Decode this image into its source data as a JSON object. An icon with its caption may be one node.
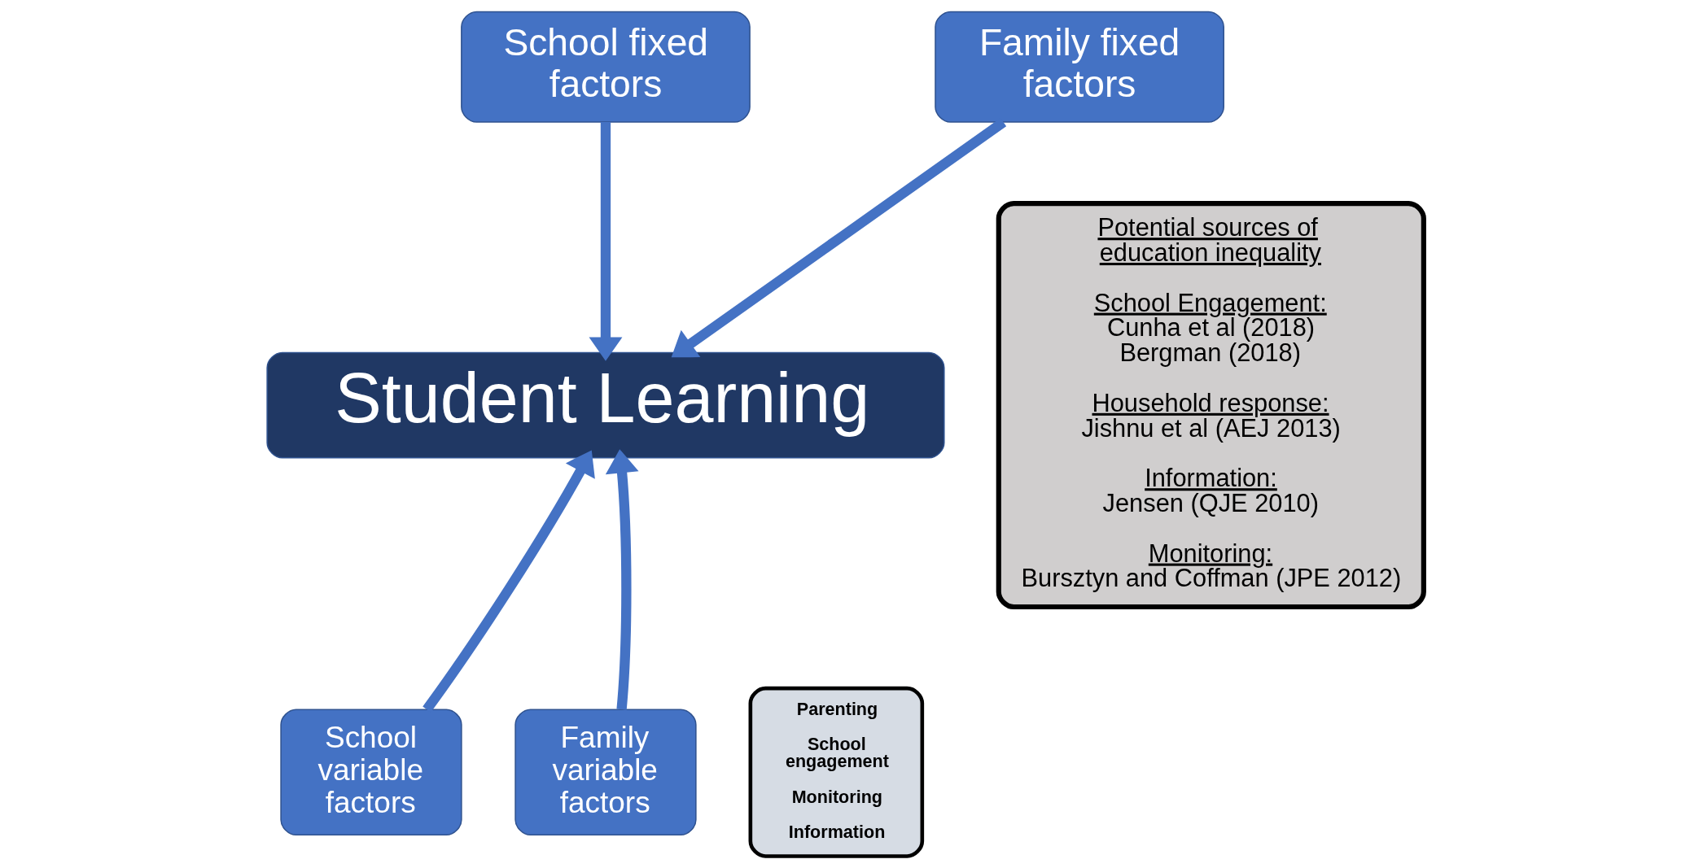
{
  "diagram": {
    "nodes": [
      {
        "text": [
          "School fixed factors"
        ]
      },
      {
        "text": [
          "Family fixed factors"
        ]
      },
      {
        "text": [
          "Student Learning"
        ]
      },
      {
        "text": [
          "School variable factors"
        ]
      },
      {
        "text": [
          "Family variable factors"
        ]
      },
      {
        "text": [
          "Parenting",
          "School engagement",
          "Monitoring",
          "Information"
        ]
      },
      {
        "text": [
          "Potential sources of  education inequality",
          "School Engagement:",
          "Cunha et al (2018)",
          "Bergman (2018)",
          "Household response:",
          "Jishnu et al (AEJ 2013)",
          "Information:",
          "Jensen (QJE 2010)",
          "Monitoring:",
          "Bursztyn and Coffman (JPE 2012)"
        ]
      }
    ],
    "edges": [
      {
        "from": 0,
        "to": 2,
        "arrow": "to"
      },
      {
        "from": 1,
        "to": 2,
        "arrow": "to"
      },
      {
        "from": 3,
        "to": 2,
        "arrow": "to"
      },
      {
        "from": 4,
        "to": 2,
        "arrow": "to"
      }
    ]
  }
}
